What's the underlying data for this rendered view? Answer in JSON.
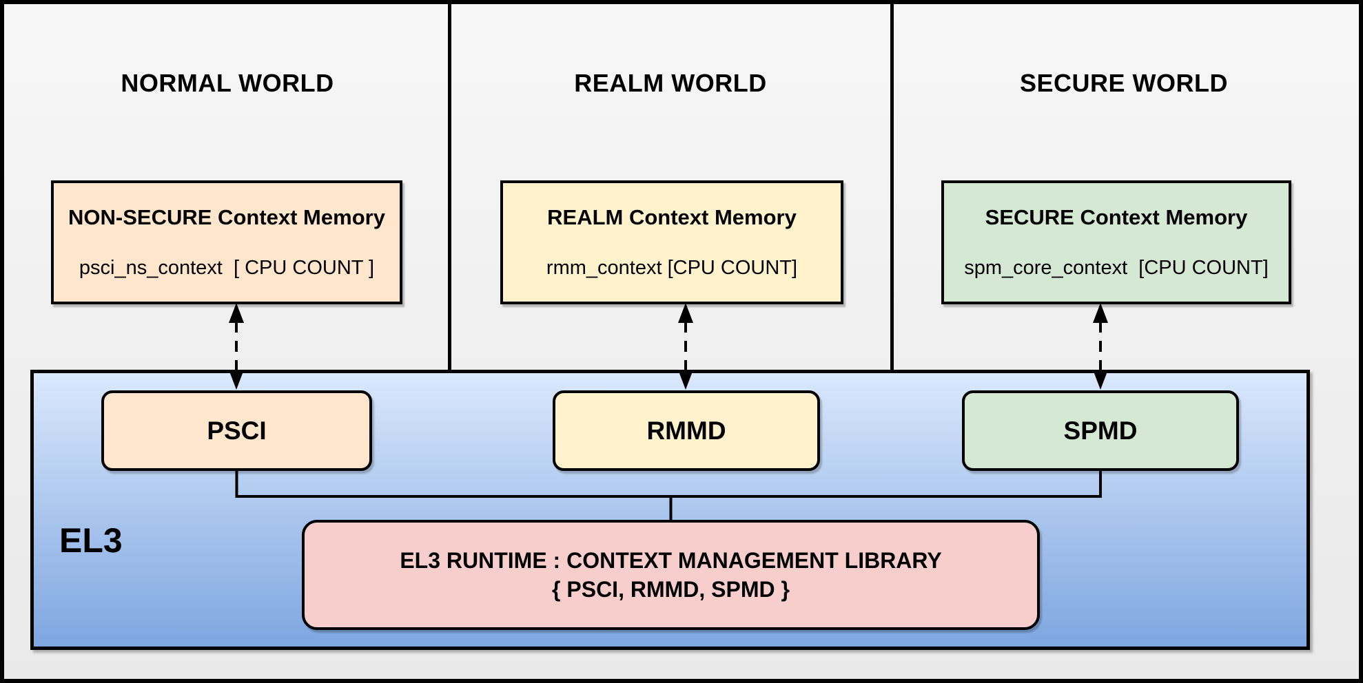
{
  "worlds": [
    {
      "heading": "NORMAL WORLD",
      "memory": {
        "title": "NON-SECURE Context Memory",
        "variable": "psci_ns_context  [ CPU COUNT ]"
      },
      "component": "PSCI",
      "accent": "#FFE6CC"
    },
    {
      "heading": "REALM WORLD",
      "memory": {
        "title": "REALM Context Memory",
        "variable": "rmm_context [CPU COUNT]"
      },
      "component": "RMMD",
      "accent": "#FFF2CC"
    },
    {
      "heading": "SECURE WORLD",
      "memory": {
        "title": "SECURE Context Memory",
        "variable": "spm_core_context  [CPU COUNT]"
      },
      "component": "SPMD",
      "accent": "#D5E8D4"
    }
  ],
  "el3": {
    "label": "EL3",
    "runtime": {
      "line1": "EL3 RUNTIME : CONTEXT MANAGEMENT LIBRARY",
      "line2": "{ PSCI, RMMD, SPMD }",
      "accent": "#F8CECC"
    },
    "gradient_top": "#DAE8FC",
    "gradient_bottom": "#7EA6E0"
  },
  "edges": [
    {
      "from": "NON-SECURE Context Memory",
      "to": "PSCI",
      "style": "dashed",
      "direction": "bidirectional"
    },
    {
      "from": "REALM Context Memory",
      "to": "RMMD",
      "style": "dashed",
      "direction": "bidirectional"
    },
    {
      "from": "SECURE Context Memory",
      "to": "SPMD",
      "style": "dashed",
      "direction": "bidirectional"
    },
    {
      "from": "PSCI, RMMD, SPMD",
      "to": "EL3 RUNTIME : CONTEXT MANAGEMENT LIBRARY",
      "style": "solid",
      "direction": "none"
    }
  ],
  "colors": {
    "stroke": "#000000",
    "background": "#F2F2F2",
    "normal_world_accent": "#FFE6CC",
    "realm_world_accent": "#FFF2CC",
    "secure_world_accent": "#D5E8D4",
    "runtime_accent": "#F8CECC",
    "el3_gradient_top": "#DAE8FC",
    "el3_gradient_bottom": "#7EA6E0"
  }
}
